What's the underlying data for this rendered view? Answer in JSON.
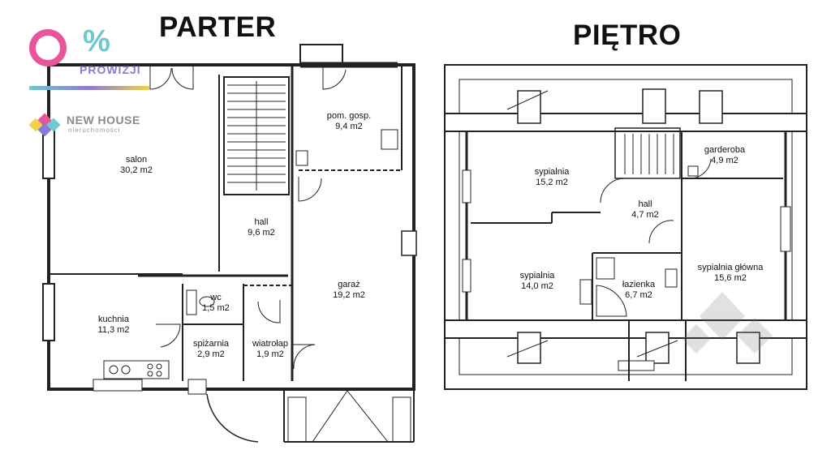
{
  "headings": {
    "ground": "PARTER",
    "upper": "PIĘTRO"
  },
  "brand": {
    "promo_percent": "%",
    "promo_text": "PROWIZJI",
    "agency_name": "NEW HOUSE",
    "agency_tagline": "nieruchomości",
    "colors": {
      "pink": "#e8559a",
      "teal": "#6fc7d0",
      "purple": "#8b7bd4",
      "yellow": "#f2d24b",
      "gray": "#9a9a9a"
    }
  },
  "ground_floor": {
    "rooms": [
      {
        "name": "salon",
        "area": "30,2 m2"
      },
      {
        "name": "hall",
        "area": "9,6 m2"
      },
      {
        "name": "pom. gosp.",
        "area": "9,4 m2"
      },
      {
        "name": "garaż",
        "area": "19,2 m2"
      },
      {
        "name": "kuchnia",
        "area": "11,3 m2"
      },
      {
        "name": "wc",
        "area": "1,5 m2"
      },
      {
        "name": "spiżarnia",
        "area": "2,9 m2"
      },
      {
        "name": "wiatrołap",
        "area": "1,9 m2"
      }
    ]
  },
  "upper_floor": {
    "rooms": [
      {
        "name": "sypialnia",
        "area": "15,2 m2"
      },
      {
        "name": "garderoba",
        "area": "4,9 m2"
      },
      {
        "name": "hall",
        "area": "4,7 m2"
      },
      {
        "name": "sypialnia",
        "area": "14,0 m2"
      },
      {
        "name": "łazienka",
        "area": "6,7 m2"
      },
      {
        "name": "sypialnia główna",
        "area": "15,6 m2"
      }
    ]
  }
}
